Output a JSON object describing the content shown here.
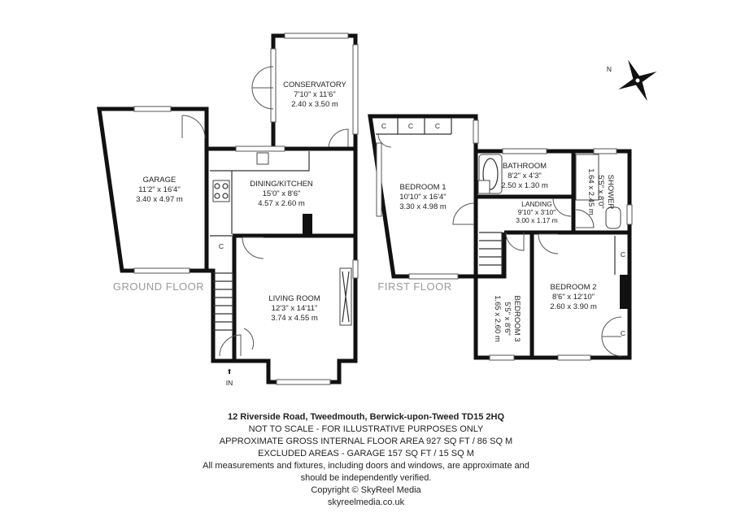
{
  "rooms": {
    "conservatory": {
      "name": "CONSERVATORY",
      "imperial": "7'10\" x 11'6\"",
      "metric": "2.40 x 3.50 m"
    },
    "garage": {
      "name": "GARAGE",
      "imperial": "11'2\" x 16'4\"",
      "metric": "3.40 x 4.97 m"
    },
    "dining_kitchen": {
      "name": "DINING/KITCHEN",
      "imperial": "15'0\" x 8'6\"",
      "metric": "4.57 x 2.60 m"
    },
    "living_room": {
      "name": "LIVING ROOM",
      "imperial": "12'3\" x 14'11\"",
      "metric": "3.74 x 4.55 m"
    },
    "bedroom1": {
      "name": "BEDROOM 1",
      "imperial": "10'10\" x 16'4\"",
      "metric": "3.30 x 4.98 m"
    },
    "bathroom": {
      "name": "BATHROOM",
      "imperial": "8'2\" x 4'3\"",
      "metric": "2.50 x 1.30 m"
    },
    "shower": {
      "name": "SHOWER",
      "imperial": "5'5\" x 8'0\"",
      "metric": "1.64 x 2.45 m"
    },
    "landing": {
      "name": "LANDING",
      "imperial": "9'10\" x 3'10\"",
      "metric": "3.00 x 1.17 m"
    },
    "bedroom2": {
      "name": "BEDROOM 2",
      "imperial": "8'6\" x 12'10\"",
      "metric": "2.60 x 3.90 m"
    },
    "bedroom3": {
      "name": "BEDROOM 3",
      "imperial": "5'5\" x 8'6\"",
      "metric": "1.65 x 2.60 m"
    }
  },
  "floors": {
    "ground": "GROUND FLOOR",
    "first": "FIRST FLOOR"
  },
  "markers": {
    "cupboard": "C",
    "entrance": "IN",
    "north": "N"
  },
  "footer": {
    "address": "12 Riverside Road, Tweedmouth, Berwick-upon-Tweed TD15 2HQ",
    "line1": "NOT TO SCALE - FOR ILLUSTRATIVE PURPOSES ONLY",
    "line2": "APPROXIMATE GROSS INTERNAL FLOOR AREA 927 SQ FT / 86 SQ M",
    "line3": "EXCLUDED AREAS - GARAGE 157 SQ FT / 15 SQ M",
    "line4": "All measurements and fixtures, including doors and windows, are approximate and",
    "line5": "should be independently verified.",
    "line6": "Copyright © SkyReel Media",
    "line7": "skyreelmedia.co.uk"
  }
}
